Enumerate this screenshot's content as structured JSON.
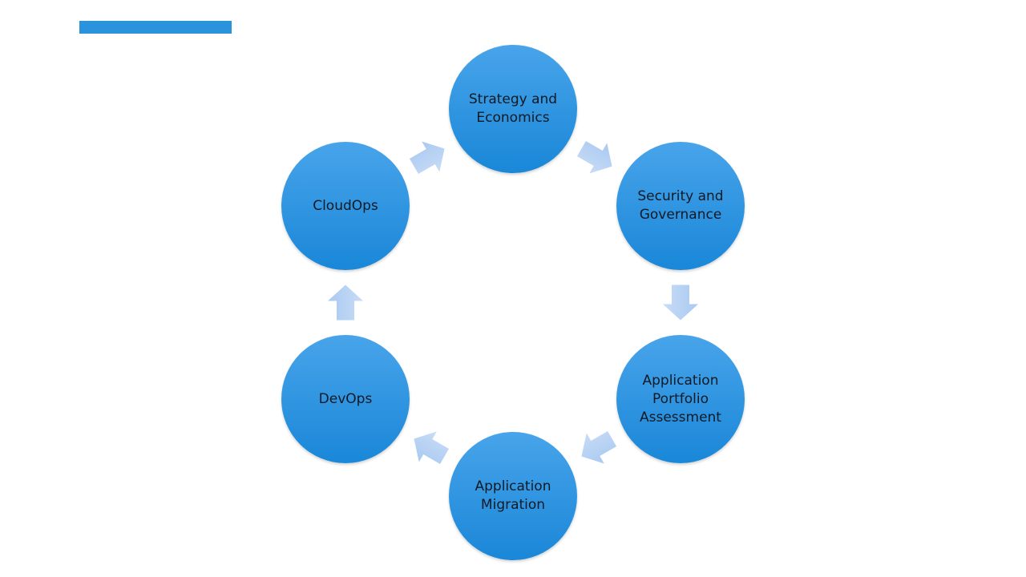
{
  "colors": {
    "accent_bar": "#2a93dc",
    "node_fill_top": "#48a4ea",
    "node_fill_bottom": "#1a87d8",
    "arrow_fill_top": "#a9c9f1",
    "arrow_fill_bottom": "#c8dcf6"
  },
  "diagram": {
    "type": "cycle",
    "direction": "clockwise",
    "nodes": [
      {
        "id": "strategy",
        "label": "Strategy and\nEconomics"
      },
      {
        "id": "security",
        "label": "Security and\nGovernance"
      },
      {
        "id": "portfolio",
        "label": "Application\nPortfolio\nAssessment"
      },
      {
        "id": "migration",
        "label": "Application\nMigration"
      },
      {
        "id": "devops",
        "label": "DevOps"
      },
      {
        "id": "cloudops",
        "label": "CloudOps"
      }
    ],
    "edges": [
      {
        "from": "strategy",
        "to": "security"
      },
      {
        "from": "security",
        "to": "portfolio"
      },
      {
        "from": "portfolio",
        "to": "migration"
      },
      {
        "from": "migration",
        "to": "devops"
      },
      {
        "from": "devops",
        "to": "cloudops"
      },
      {
        "from": "cloudops",
        "to": "strategy"
      }
    ]
  }
}
